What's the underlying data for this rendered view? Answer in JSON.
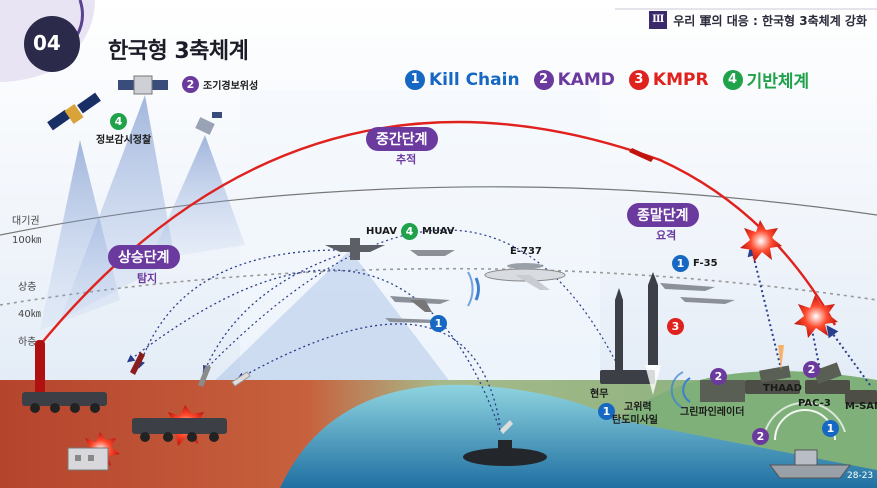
{
  "header": {
    "badge": "04",
    "title": "한국형 3축체계",
    "section_numeral": "Ⅲ",
    "section_title": "우리 軍의 대응 : 한국형 3축체계 강화"
  },
  "legend": [
    {
      "num": "1",
      "label": "Kill Chain",
      "color": "#1668c2"
    },
    {
      "num": "2",
      "label": "KAMD",
      "color": "#6b3a9e"
    },
    {
      "num": "3",
      "label": "KMPR",
      "color": "#e0221e"
    },
    {
      "num": "4",
      "label": "기반체계",
      "color": "#1fa24a"
    }
  ],
  "altitude": {
    "atmosphere": "대기권",
    "km100": "100㎞",
    "upper": "상층",
    "km40": "40㎞",
    "lower": "하층"
  },
  "phases": {
    "boost": {
      "label": "상승단계",
      "sub": "탐지"
    },
    "mid": {
      "label": "중간단계",
      "sub": "추적"
    },
    "terminal": {
      "label": "종말단계",
      "sub": "요격"
    }
  },
  "assets": {
    "early_warning_num": "2",
    "early_warning": "조기경보위성",
    "recon_num": "4",
    "recon_sat": "정보감시정찰",
    "huav": "HUAV",
    "uav_num": "4",
    "muav": "MUAV",
    "e737": "E-737",
    "f35_num": "1",
    "f35": "F-35",
    "strike_num": "1",
    "kmpr_num": "3",
    "hyunmoo": "현무",
    "hyunmoo_num": "1",
    "ballistic": "고위력\n탄도미사일",
    "ballistic_line1": "고위력",
    "ballistic_line2": "탄도미사일",
    "radar_num": "2",
    "greenpine": "그린파인레이더",
    "thaad": "THAAD",
    "pac3_num": "2",
    "pac3": "PAC-3",
    "msam": "M-SAM",
    "ship_num1": "2",
    "ship_num2": "1"
  },
  "footer": {
    "page": "28-23"
  },
  "colors": {
    "purple": "#6b3a9e",
    "red": "#e0221e",
    "blue": "#1668c2",
    "green": "#1fa24a",
    "dark_badge": "#2c2a4a"
  }
}
